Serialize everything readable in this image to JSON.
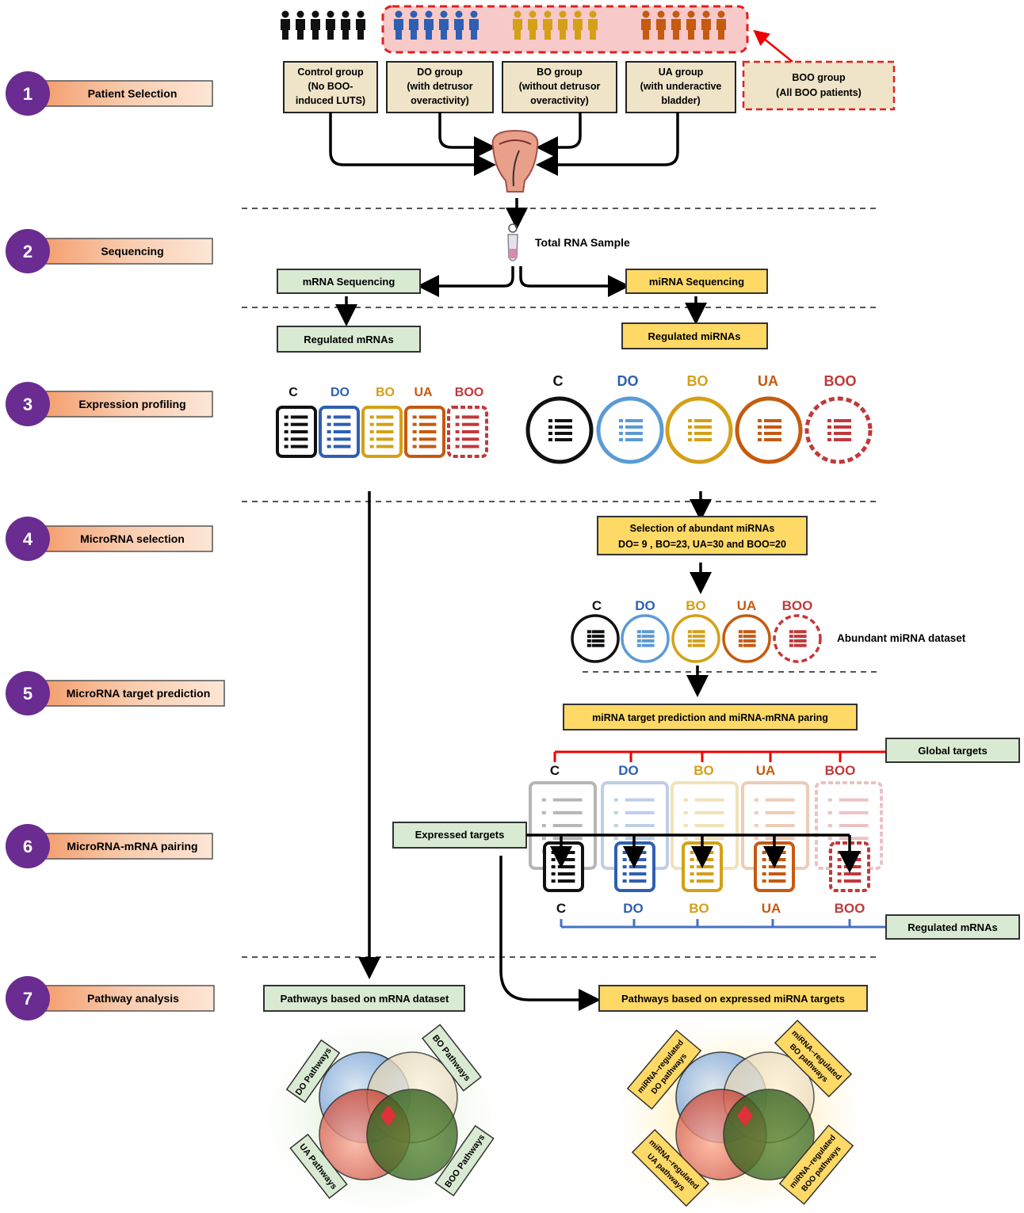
{
  "steps": [
    {
      "num": "1",
      "label": "Patient Selection"
    },
    {
      "num": "2",
      "label": "Sequencing"
    },
    {
      "num": "3",
      "label": "Expression profiling"
    },
    {
      "num": "4",
      "label": "MicroRNA selection"
    },
    {
      "num": "5",
      "label": "MicroRNA target prediction"
    },
    {
      "num": "6",
      "label": "MicroRNA-mRNA pairing"
    },
    {
      "num": "7",
      "label": "Pathway analysis"
    }
  ],
  "groups": {
    "control": [
      "Control group",
      "(No BOO-",
      "induced LUTS)"
    ],
    "do": [
      "DO group",
      "(with detrusor",
      "overactivity)"
    ],
    "bo": [
      "BO group",
      "(without  detrusor",
      "overactivity)"
    ],
    "ua": [
      "UA group",
      "(with underactive",
      "bladder)"
    ],
    "boo": [
      "BOO group",
      "(All BOO patients)"
    ]
  },
  "sequencing": {
    "sample": "Total RNA Sample",
    "mrna_seq": "mRNA Sequencing",
    "mirna_seq": "miRNA Sequencing",
    "reg_mrnas": "Regulated mRNAs",
    "reg_mirnas": "Regulated miRNAs"
  },
  "group_codes": [
    "C",
    "DO",
    "BO",
    "UA",
    "BOO"
  ],
  "selection": {
    "line1": "Selection of abundant  miRNAs",
    "line2": "DO= 9 , BO=23, UA=30 and BOO=20",
    "abundant": "Abundant miRNA dataset"
  },
  "target": {
    "prediction": "miRNA target prediction and miRNA-mRNA paring",
    "global": "Global targets",
    "expressed": "Expressed targets",
    "regulated": "Regulated mRNAs"
  },
  "pathways": {
    "mrna_based": "Pathways  based on mRNA dataset",
    "mirna_based": "Pathways  based on expressed miRNA targets",
    "left_labels": [
      "DO Pathways",
      "BO Pathways",
      "UA Pathways",
      "BOO Pathways"
    ],
    "right_labels": [
      [
        "miRNA–regulated",
        "DO pathways"
      ],
      [
        "miRNA–regulated",
        "BO pathways"
      ],
      [
        "miRNA–regulated",
        "UA pathways"
      ],
      [
        "miRNA–regulated",
        "BOO pathways"
      ]
    ]
  },
  "colors": {
    "purple": "#6a2c91",
    "orange_box": "#f4b183",
    "green_box": "#d9ead3",
    "yellow_box": "#ffd966",
    "c": "#111111",
    "do": "#2f5fb3",
    "do_light": "#5b9bd5",
    "bo": "#d4a017",
    "ua": "#c55a11",
    "boo": "#c0393b"
  }
}
